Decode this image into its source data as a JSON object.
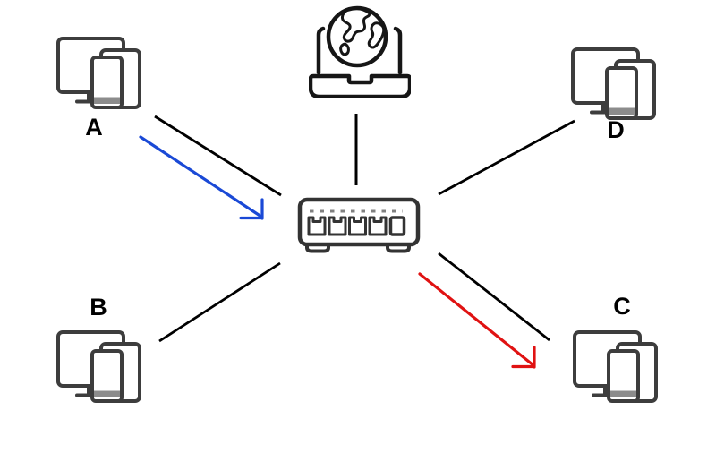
{
  "diagram": {
    "type": "network-topology",
    "nodes": [
      {
        "id": "internet-laptop",
        "icon": "laptop-globe-icon",
        "label": ""
      },
      {
        "id": "switch",
        "icon": "network-switch-icon",
        "label": ""
      },
      {
        "id": "device-a",
        "icon": "devices-icon",
        "label": "A"
      },
      {
        "id": "device-b",
        "icon": "devices-icon",
        "label": "B"
      },
      {
        "id": "device-c",
        "icon": "devices-icon",
        "label": "C"
      },
      {
        "id": "device-d",
        "icon": "devices-icon",
        "label": "D"
      }
    ],
    "links": [
      {
        "from": "device-a",
        "to": "switch"
      },
      {
        "from": "internet-laptop",
        "to": "switch"
      },
      {
        "from": "device-d",
        "to": "switch"
      },
      {
        "from": "device-b",
        "to": "switch"
      },
      {
        "from": "switch",
        "to": "device-c"
      }
    ],
    "flows": [
      {
        "from": "device-a",
        "to": "switch",
        "color": "#1A49D6"
      },
      {
        "from": "switch",
        "to": "device-c",
        "color": "#E01212"
      }
    ]
  },
  "colors": {
    "background": "#FFFFFF",
    "link_line": "#000000",
    "flow_blue": "#1A49D6",
    "flow_red": "#E01212",
    "device_stroke": "#3D3D3D",
    "switch_stroke": "#333333",
    "internet_stroke": "#161616",
    "phone_bar": "#8C8C8C",
    "switch_led": "#808080",
    "label_color": "#000000"
  }
}
